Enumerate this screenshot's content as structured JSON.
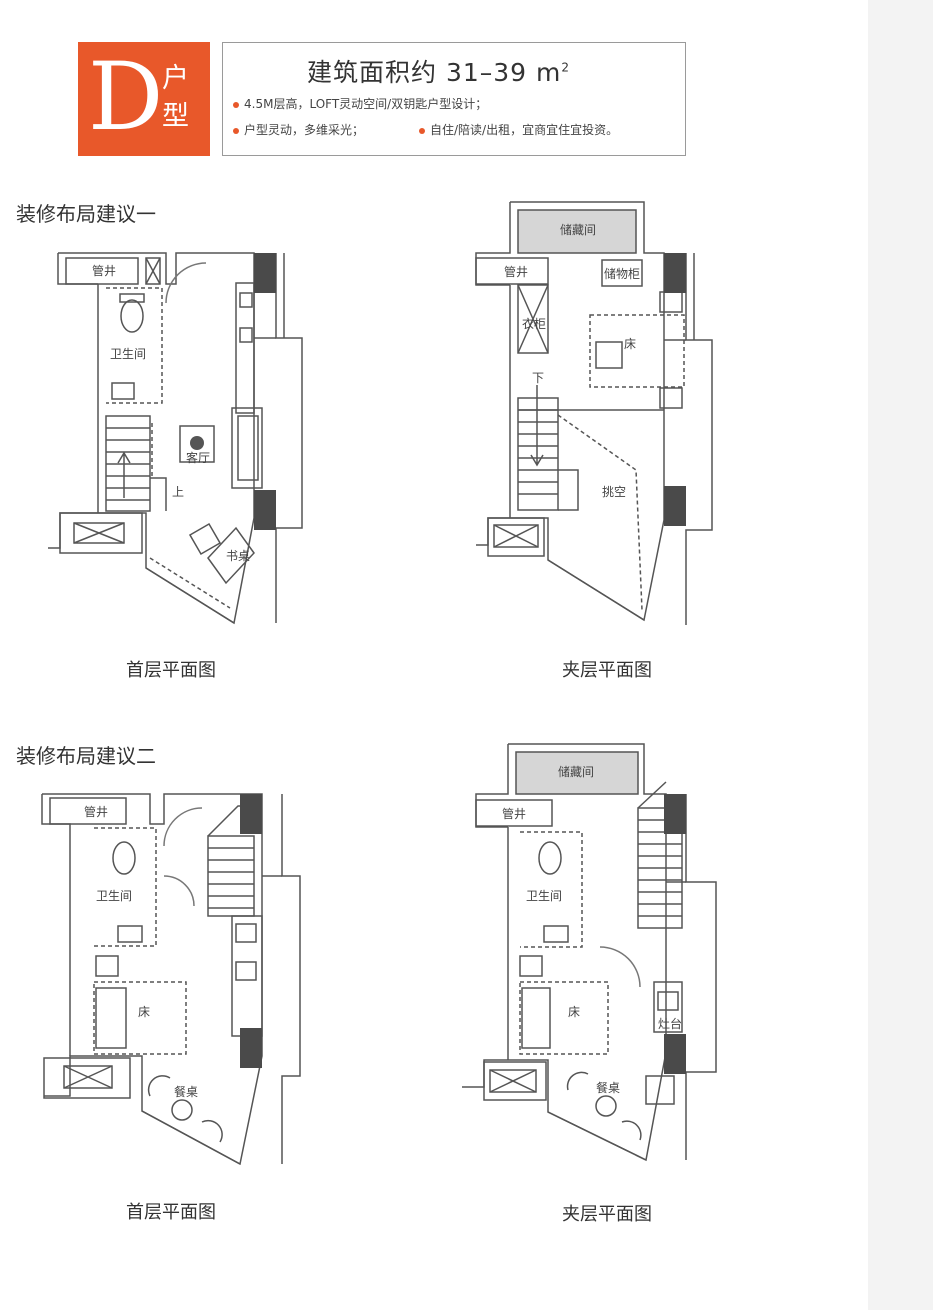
{
  "header": {
    "badge_letter": "D",
    "badge_char1": "户",
    "badge_char2": "型",
    "title": "建筑面积约 31–39 m",
    "title_sup": "2",
    "bullets": [
      "4.5M层高，LOFT灵动空间/双钥匙户型设计；",
      "户型灵动，多维采光；",
      "自住/陪读/出租，宜商宜住宜投资。"
    ],
    "accent_color": "#e8582a"
  },
  "sections": [
    {
      "title": "装修布局建议一",
      "ground": {
        "caption": "首层平面图",
        "labels": [
          "管井",
          "卫生间",
          "客厅",
          "上",
          "书桌"
        ]
      },
      "mezzanine": {
        "caption": "夹层平面图",
        "labels": [
          "储藏间",
          "管井",
          "储物柜",
          "衣柜",
          "床",
          "下",
          "挑空"
        ]
      }
    },
    {
      "title": "装修布局建议二",
      "ground": {
        "caption": "首层平面图",
        "labels": [
          "管井",
          "卫生间",
          "床",
          "餐桌"
        ]
      },
      "mezzanine": {
        "caption": "夹层平面图",
        "labels": [
          "储藏间",
          "管井",
          "卫生间",
          "床",
          "灶台",
          "餐桌"
        ]
      }
    }
  ]
}
